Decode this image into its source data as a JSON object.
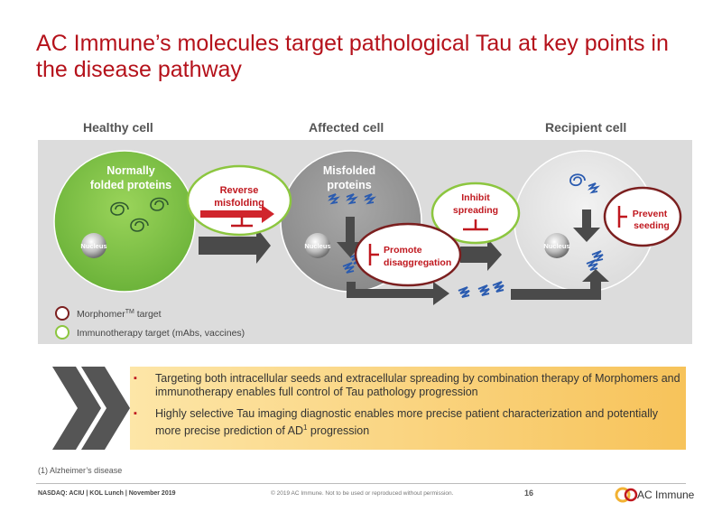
{
  "title": "AC Immune’s molecules target pathological Tau at key points in the disease pathway",
  "columns": {
    "healthy": "Healthy cell",
    "affected": "Affected cell",
    "recipient": "Recipient cell"
  },
  "diagram": {
    "healthy_cell_line1": "Normally",
    "healthy_cell_line2": "folded proteins",
    "affected_cell_line1": "Misfolded",
    "affected_cell_line2": "proteins",
    "nucleus": "Nucleus",
    "reverse_line1": "Reverse",
    "reverse_line2": "misfolding",
    "inhibit_line1": "Inhibit",
    "inhibit_line2": "spreading",
    "promote_line1": "Promote",
    "promote_line2": "disaggregation",
    "prevent_line1": "Prevent",
    "prevent_line2": "seeding"
  },
  "legend": {
    "morphomer_label": "Morphomer",
    "morphomer_sup": "TM",
    "morphomer_suffix": " target",
    "immuno_label": "Immunotherapy target  (mAbs, vaccines)"
  },
  "colors": {
    "title_red": "#b5121b",
    "healthy_green": "#7ac142",
    "morphomer_ring": "#7b1f1f",
    "immuno_ring": "#8cc63f",
    "arrow_gray": "#4a4a4a",
    "inhibitor_red": "#c0181f"
  },
  "bullets": [
    "Targeting both intracellular seeds and extracellular spreading by combination therapy of Morphomers and immunotherapy enables full control of Tau pathology progression",
    "Highly selective Tau imaging diagnostic enables more precise patient characterization and potentially more precise prediction of  AD"
  ],
  "bullet2_sup": "1",
  "bullet2_end": " progression",
  "bullet_marker": "▪",
  "footnote": "(1) Alzheimer’s disease",
  "footer": {
    "left": "NASDAQ: ACIU | KOL Lunch | November 2019",
    "middle": "© 2019 AC Immune. Not to be used or reproduced without permission.",
    "page": "16",
    "logo_text": "AC Immune"
  }
}
